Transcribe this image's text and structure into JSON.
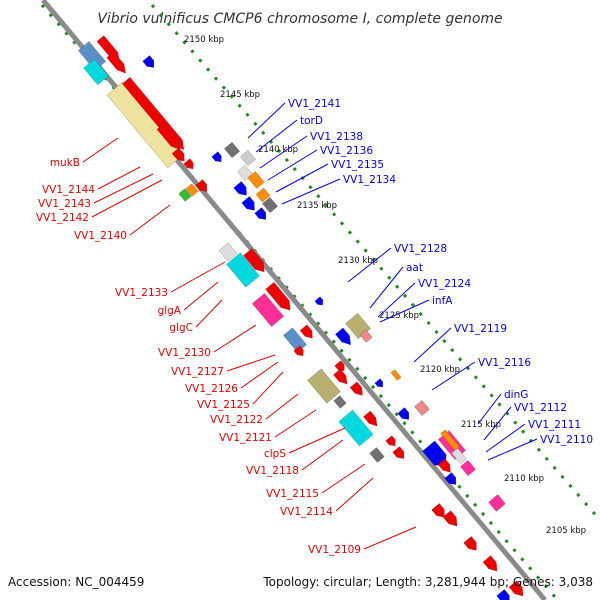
{
  "title": "Vibrio vulnificus CMCP6 chromosome I, complete genome",
  "footer": {
    "accession": "Accession: NC_004459",
    "summary": "Topology: circular; Length: 3,281,944 bp; Genes: 3,038"
  },
  "colors": {
    "backbone": "#8a8a8a",
    "dots": "#1f8a1f",
    "left_label": "#e00000",
    "right_label": "#0000e0"
  },
  "kbp_ticks": [
    "2150 kbp",
    "2145 kbp",
    "2140 kbp",
    "2135 kbp",
    "2130 kbp",
    "2125 kbp",
    "2120 kbp",
    "2115 kbp",
    "2110 kbp",
    "2105 kbp"
  ],
  "left_labels": [
    "mukB",
    "VV1_2144",
    "VV1_2143",
    "VV1_2142",
    "VV1_2140",
    "VV1_2133",
    "glgA",
    "glgC",
    "VV1_2130",
    "VV1_2127",
    "VV1_2126",
    "VV1_2125",
    "VV1_2122",
    "VV1_2121",
    "clpS",
    "VV1_2118",
    "VV1_2115",
    "VV1_2114",
    "VV1_2109"
  ],
  "right_labels": [
    "VV1_2141",
    "torD",
    "VV1_2138",
    "VV1_2136",
    "VV1_2135",
    "VV1_2134",
    "VV1_2128",
    "aat",
    "VV1_2124",
    "infA",
    "VV1_2119",
    "VV1_2116",
    "dinG",
    "VV1_2112",
    "VV1_2111",
    "VV1_2110"
  ]
}
